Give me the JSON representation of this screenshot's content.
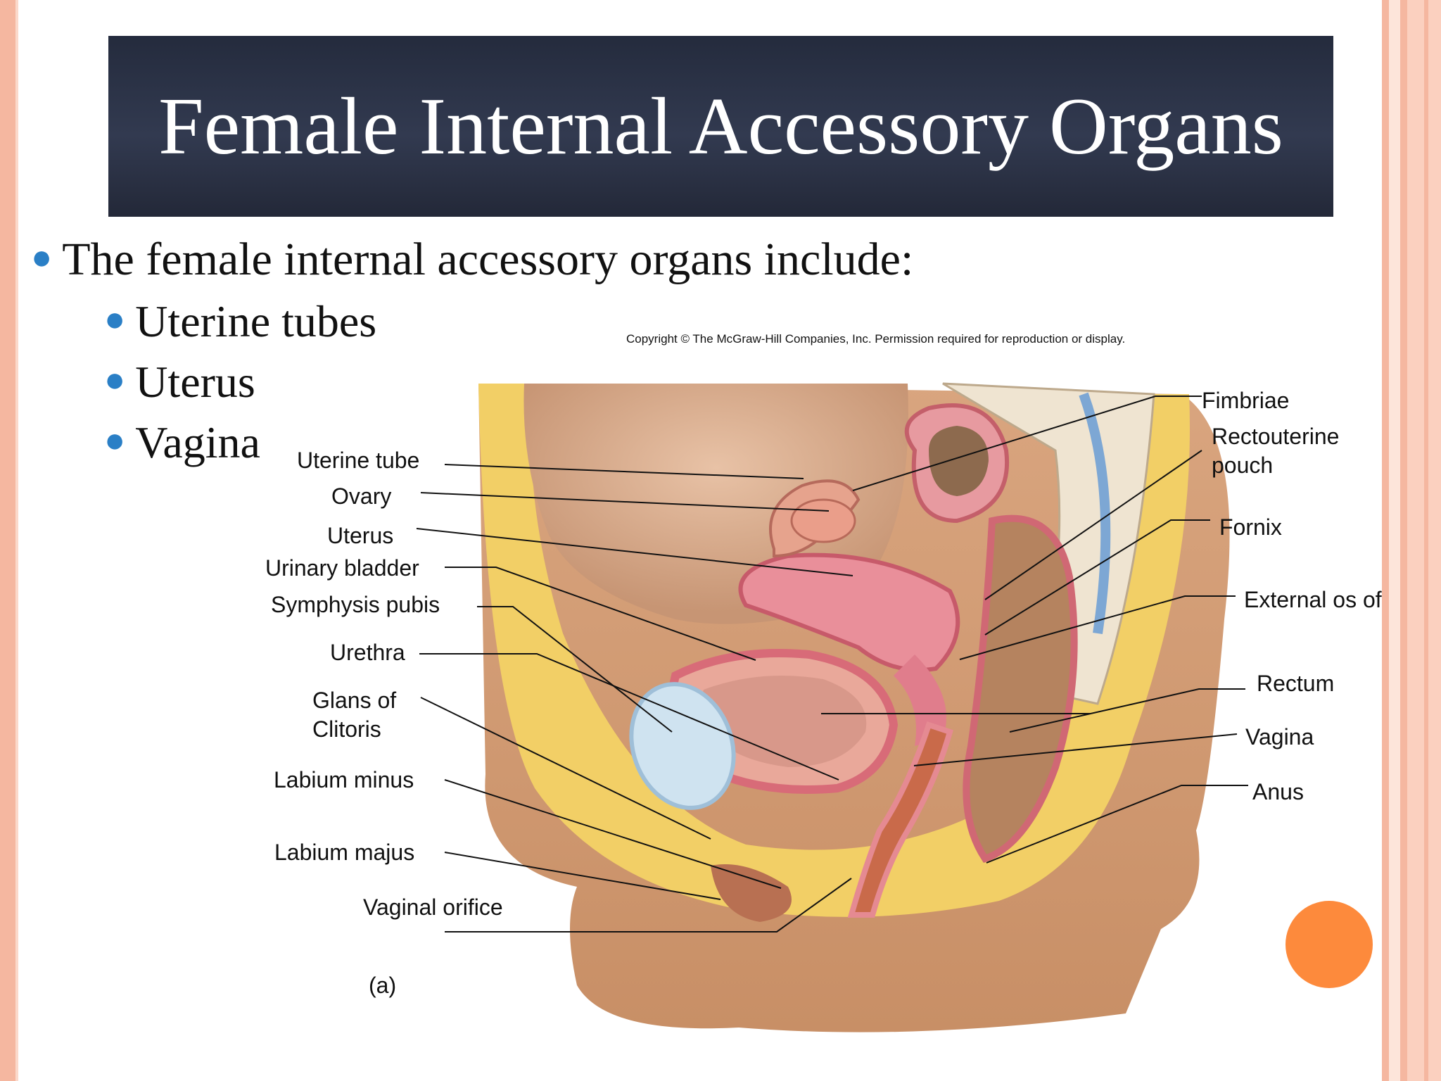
{
  "title": "Female Internal Accessory Organs",
  "intro": "The female internal accessory organs include:",
  "bullets": [
    "Uterine tubes",
    "Uterus",
    "Vagina"
  ],
  "copyright": "Copyright © The McGraw-Hill Companies, Inc. Permission required for reproduction or display.",
  "figure_tag": "(a)",
  "labels_left": [
    "Uterine tube",
    "Ovary",
    "Uterus",
    "Urinary bladder",
    "Symphysis pubis",
    "Urethra",
    "Glans of",
    "Clitoris",
    "Labium minus",
    "Labium majus",
    "Vaginal orifice"
  ],
  "labels_right": [
    "Fimbriae",
    "Rectouterine",
    "pouch",
    "Fornix",
    "External os of Cerv",
    "Rectum",
    "Vagina",
    "Anus"
  ],
  "colors": {
    "title_bg": "#2b3246",
    "accent": "#fd8a3c",
    "bullet": "#2a7fc6",
    "frame": "#f5b7a0"
  }
}
